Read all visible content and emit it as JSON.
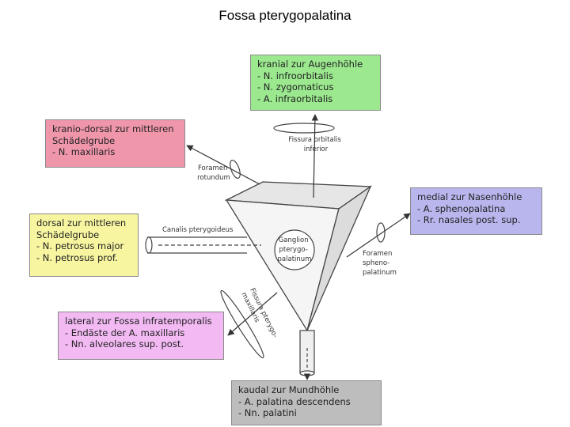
{
  "title": "Fossa pterygopalatina",
  "colors": {
    "green": "#9be88f",
    "pink": "#ef96ab",
    "yellow": "#f7f5a0",
    "blue": "#b9b6ee",
    "magenta": "#f2b9f3",
    "gray": "#bdbdbd"
  },
  "boxes": {
    "top": [
      "kranial zur Augenhöhle",
      "- N. infroorbitalis",
      "- N. zygomaticus",
      "- A. infraorbitalis"
    ],
    "upper_left": [
      "kranio-dorsal zur mittleren",
      "Schädelgrube",
      "- N. maxillaris"
    ],
    "left": [
      "dorsal zur mittleren",
      "Schädelgrube",
      "- N. petrosus major",
      "- N. petrosus prof."
    ],
    "right": [
      "medial zur Nasenhöhle",
      "- A. sphenopalatina",
      "- Rr. nasales post. sup."
    ],
    "lower_left": [
      "lateral zur Fossa infratemporalis",
      "- Endäste der A. maxillaris",
      "- Nn. alveolares sup. post."
    ],
    "bottom": [
      "kaudal zur Mundhöhle",
      "- A. palatina descendens",
      "- Nn. palatini"
    ]
  },
  "labels": {
    "fissura_orbitalis": [
      "Fissura orbitalis",
      "inferior"
    ],
    "foramen_rotundum": [
      "Foramen",
      "rotundum"
    ],
    "canalis": "Canalis pterygoideus",
    "ganglion": [
      "Ganglion",
      "pterygo-",
      "palatinum"
    ],
    "foramen_spheno": [
      "Foramen",
      "spheno-",
      "palatinum"
    ],
    "fissura_ptm": [
      "Fissura pterygo-",
      "maxillaris"
    ]
  }
}
